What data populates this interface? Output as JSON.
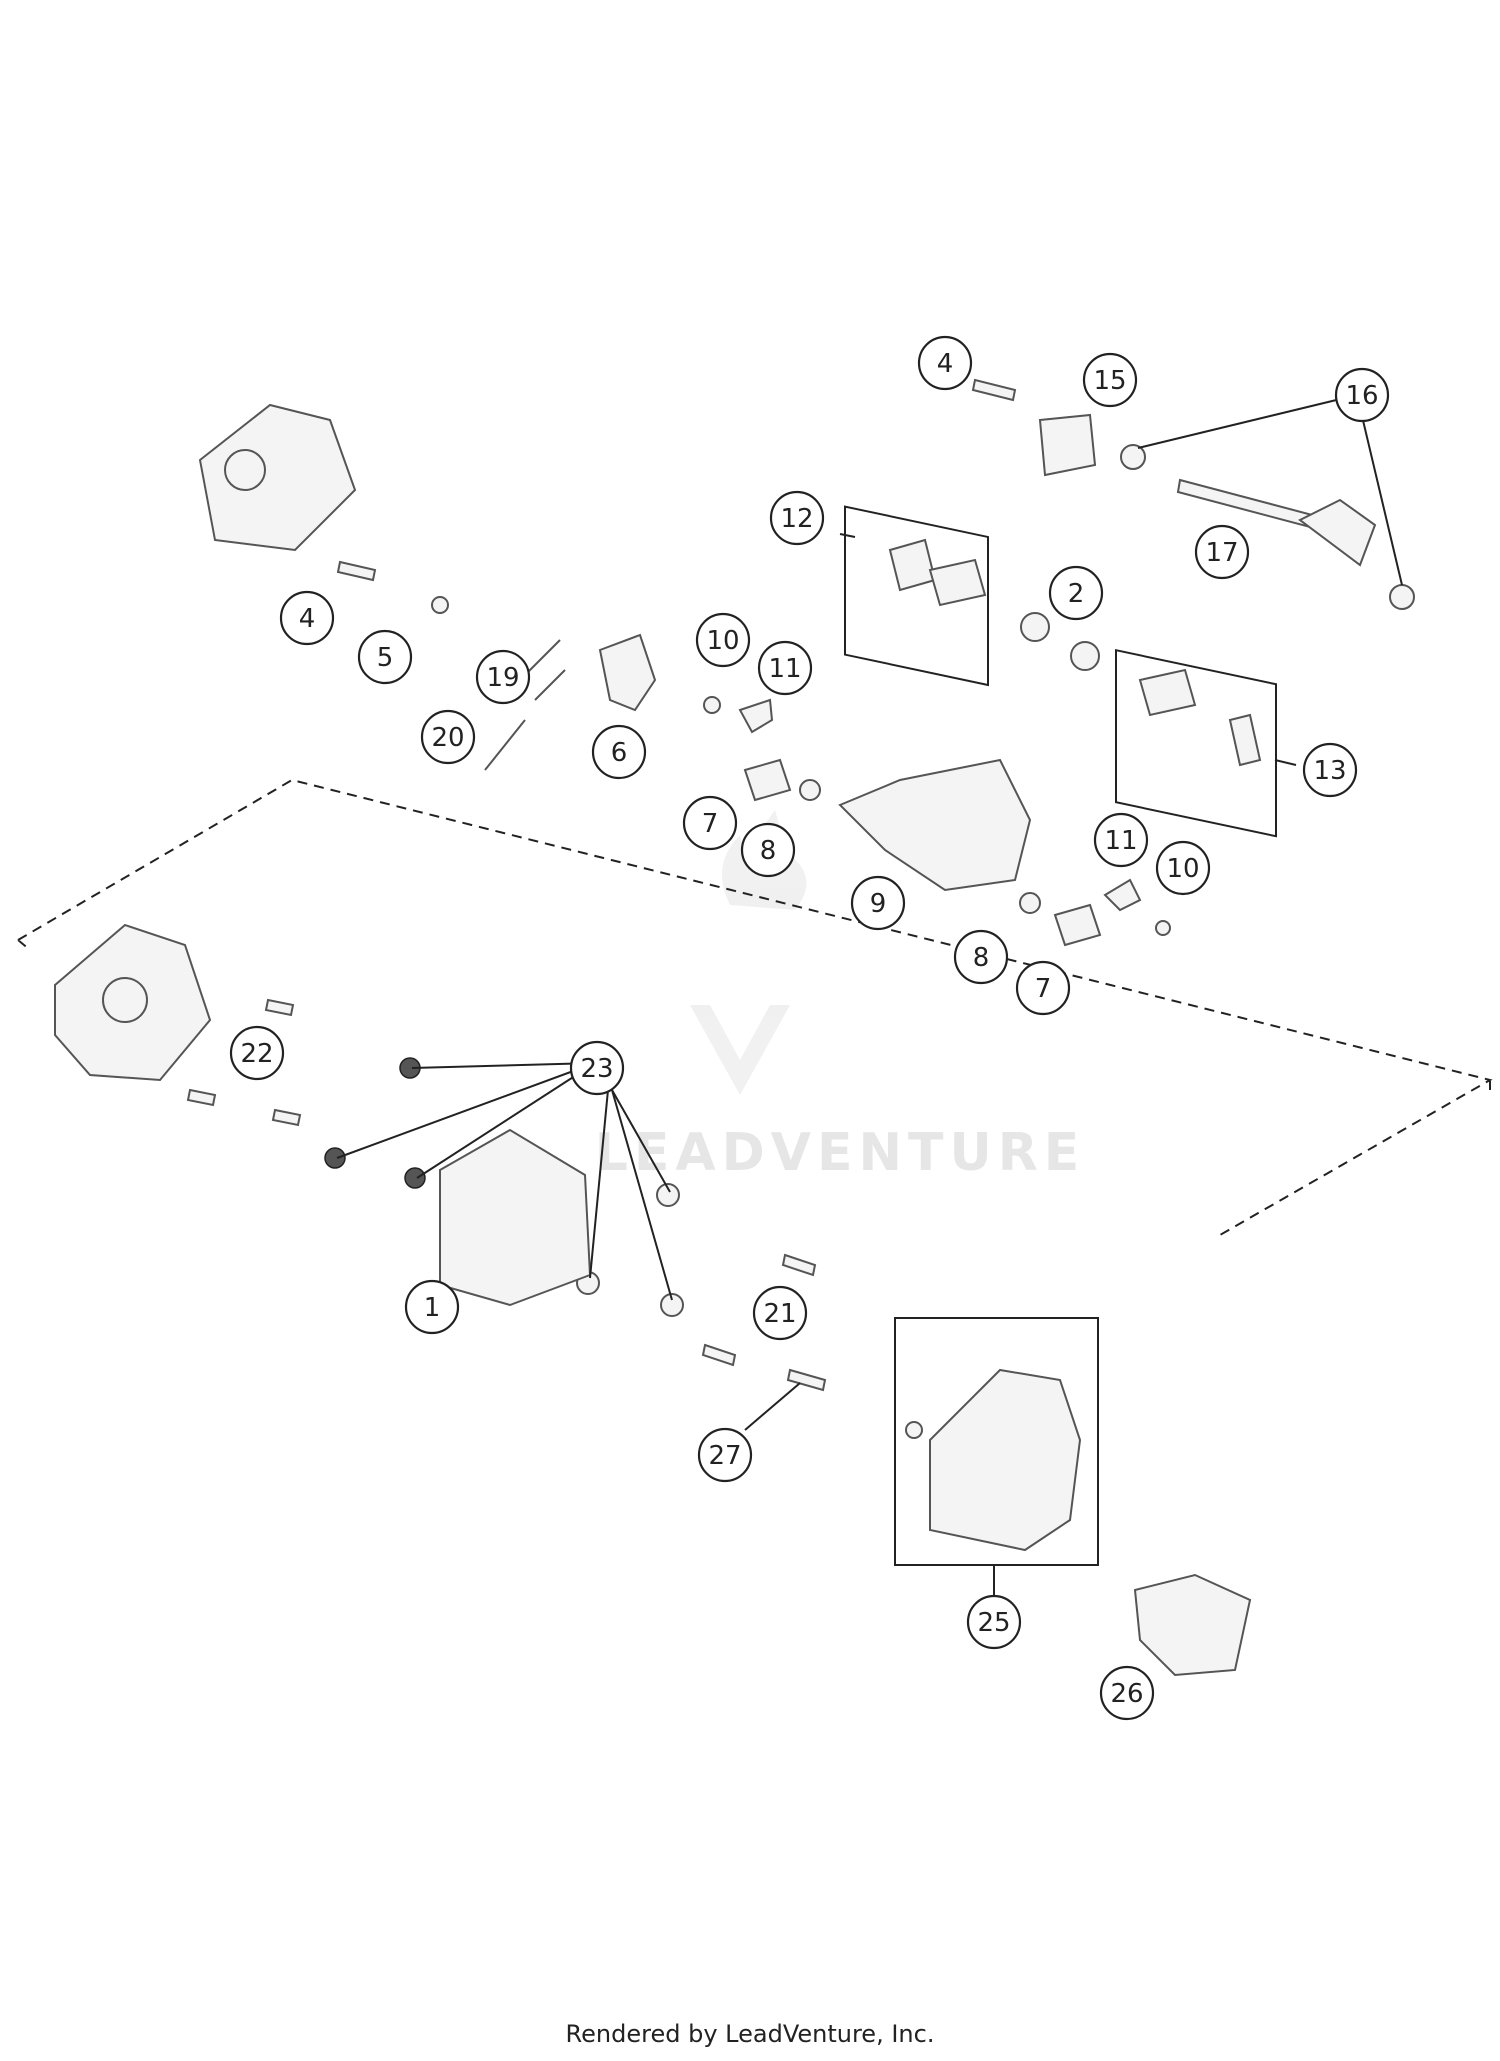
{
  "watermark": {
    "text": "LEADVENTURE"
  },
  "callouts": [
    {
      "id": "c4a",
      "label": "4"
    },
    {
      "id": "c15",
      "label": "15"
    },
    {
      "id": "c16",
      "label": "16"
    },
    {
      "id": "c12",
      "label": "12"
    },
    {
      "id": "c17",
      "label": "17"
    },
    {
      "id": "c2",
      "label": "2"
    },
    {
      "id": "c4b",
      "label": "4"
    },
    {
      "id": "c5",
      "label": "5"
    },
    {
      "id": "c19",
      "label": "19"
    },
    {
      "id": "c10a",
      "label": "10"
    },
    {
      "id": "c11a",
      "label": "11"
    },
    {
      "id": "c20",
      "label": "20"
    },
    {
      "id": "c6",
      "label": "6"
    },
    {
      "id": "c13",
      "label": "13"
    },
    {
      "id": "c7a",
      "label": "7"
    },
    {
      "id": "c8a",
      "label": "8"
    },
    {
      "id": "c11b",
      "label": "11"
    },
    {
      "id": "c10b",
      "label": "10"
    },
    {
      "id": "c9",
      "label": "9"
    },
    {
      "id": "c8b",
      "label": "8"
    },
    {
      "id": "c7b",
      "label": "7"
    },
    {
      "id": "c22",
      "label": "22"
    },
    {
      "id": "c23",
      "label": "23"
    },
    {
      "id": "c1",
      "label": "1"
    },
    {
      "id": "c21",
      "label": "21"
    },
    {
      "id": "c27",
      "label": "27"
    },
    {
      "id": "c25",
      "label": "25"
    },
    {
      "id": "c26",
      "label": "26"
    }
  ],
  "footer": {
    "text": "Rendered by LeadVenture, Inc."
  }
}
